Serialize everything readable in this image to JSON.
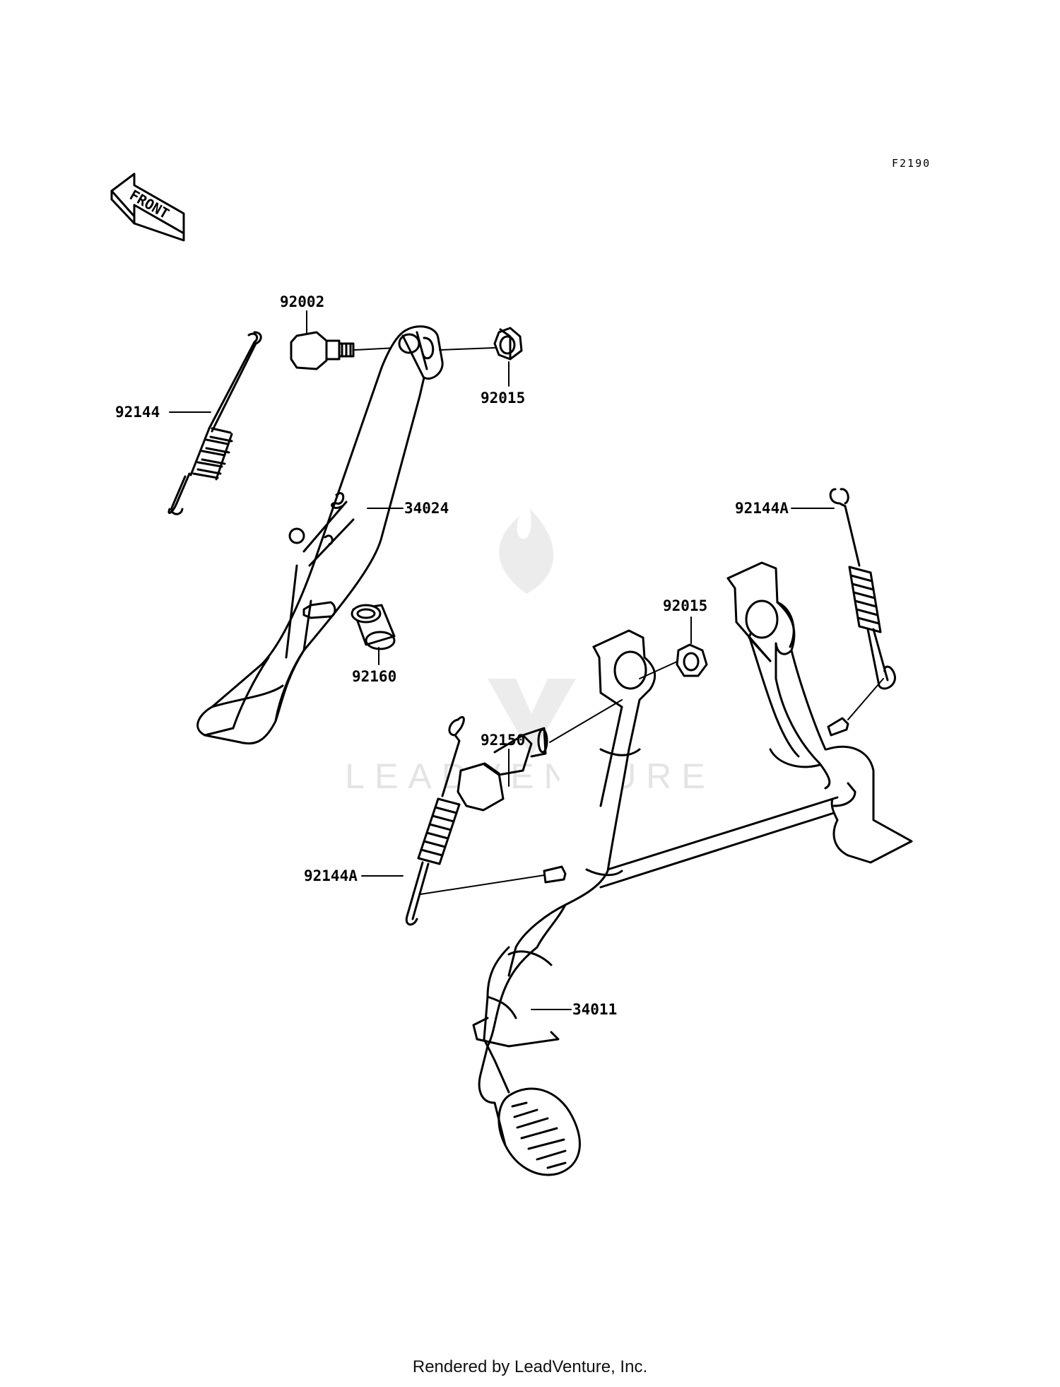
{
  "figure_id": "F2190",
  "front_marker": "FRONT",
  "watermark": "LEADVENTURE",
  "footer": "Rendered by LeadVenture, Inc.",
  "callouts": {
    "bolt_side_stand": "92002",
    "spring_side_stand": "92144",
    "nut_side_stand": "92015",
    "side_stand": "34024",
    "collar": "92160",
    "spring_center_right": "92144A",
    "nut_center_stand": "92015",
    "bolt_center_stand": "92150",
    "spring_center_left": "92144A",
    "center_stand": "34011"
  }
}
